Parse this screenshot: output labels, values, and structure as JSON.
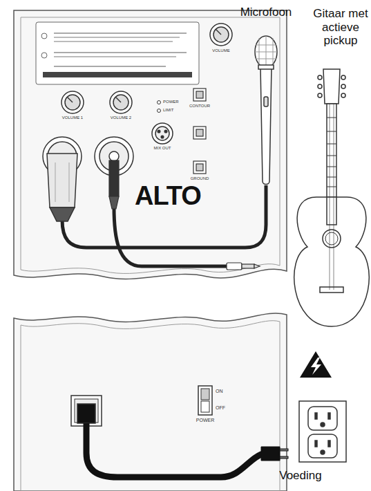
{
  "diagram": {
    "labels": [
      "Microfoon",
      "Gitaar met actieve pickup",
      "Voeding",
      "VOLUME",
      "VOLUME 1",
      "VOLUME 2",
      "POWER",
      "LIMIT",
      "CONTOUR",
      "MIX OUT",
      "GROUND",
      "ON",
      "OFF",
      "POWER",
      "ALTO"
    ]
  }
}
